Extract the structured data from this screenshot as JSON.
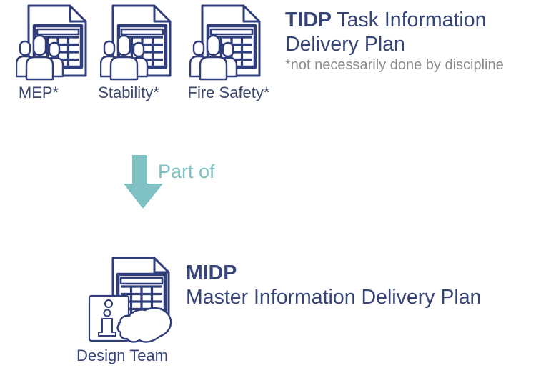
{
  "colors": {
    "navy_text": "#364478",
    "icon_stroke": "#2f3d7a",
    "teal_accent": "#7fc1c2",
    "note_gray": "#8b8b8b",
    "label_navy": "#3d4870"
  },
  "tidp": {
    "acronym": "TIDP",
    "title": " Task Information Delivery Plan",
    "note": "*not necessarily done by discipline",
    "items": [
      {
        "label": "MEP*",
        "icon": "task-plan-team-document-icon"
      },
      {
        "label": "Stability*",
        "icon": "task-plan-team-document-icon"
      },
      {
        "label": "Fire Safety*",
        "icon": "task-plan-team-document-icon"
      }
    ]
  },
  "relation": {
    "label": "Part of",
    "icon": "down-arrow-icon"
  },
  "midp": {
    "acronym": "MIDP",
    "title": "Master Information Delivery Plan",
    "owner_label": "Design Team",
    "icon": "master-plan-handover-document-icon"
  }
}
